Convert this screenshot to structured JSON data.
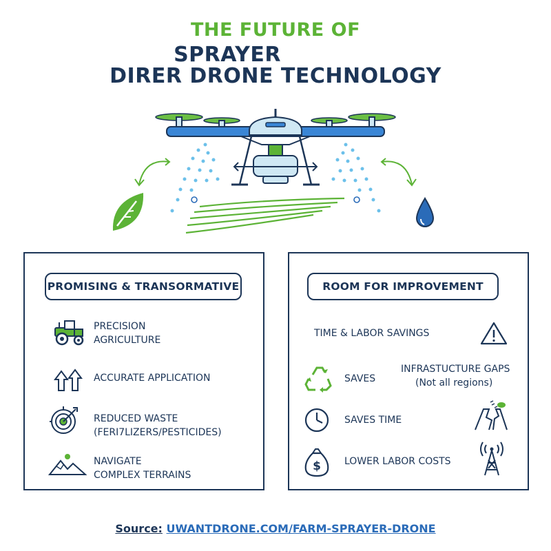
{
  "title": {
    "line1": "THE FUTURE OF",
    "line2": "SPRAYER",
    "line3": "DIRER DRONE TECHNOLOGY"
  },
  "colors": {
    "navy": "#1c3557",
    "green": "#5cb336",
    "blue": "#2a6bb8",
    "light_blue": "#6cc0ea"
  },
  "left_panel": {
    "header": "PROMISING & TRANSORMATIVE",
    "items": [
      {
        "icon": "tractor-icon",
        "line1": "PRECISION",
        "line2": "AGRICULTURE"
      },
      {
        "icon": "up-arrows-icon",
        "line1": "ACCURATE APPLICATION",
        "line2": ""
      },
      {
        "icon": "target-icon",
        "line1": "REDUCED WASTE",
        "line2": "(FERI7LIZERS/PESTICIDES)"
      },
      {
        "icon": "mountains-icon",
        "line1": "NAVIGATE",
        "line2": "COMPLEX TERRAINS"
      }
    ]
  },
  "right_panel": {
    "header": "ROOM FOR IMPROVEMENT",
    "items": [
      {
        "icon": "",
        "line1": "TIME & LABOR SAVINGS"
      },
      {
        "icon": "recycle-icon",
        "line1": "SAVES"
      },
      {
        "icon": "clock-icon",
        "line1": "SAVES TIME"
      },
      {
        "icon": "money-bag-icon",
        "line1": "LOWER LABOR COSTS"
      }
    ],
    "side_items": [
      {
        "icon": "warning-icon",
        "line1": "",
        "line2": ""
      },
      {
        "icon": "",
        "line1": "INFRASTUCTURE GAPS",
        "line2": "(Not all regions)"
      },
      {
        "icon": "broken-road-icon",
        "line1": "",
        "line2": ""
      },
      {
        "icon": "signal-tower-icon",
        "line1": "",
        "line2": ""
      }
    ]
  },
  "source": {
    "label": "Source:",
    "url": "UWANTDRONE.COM/FARM-SPRAYER-DRONE"
  }
}
